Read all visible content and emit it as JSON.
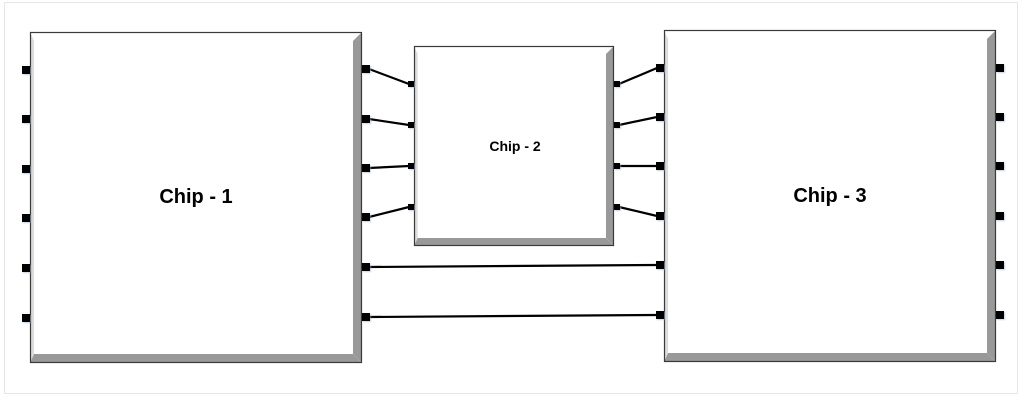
{
  "diagram": {
    "chips": [
      {
        "id": "chip1",
        "label": "Chip - 1",
        "left_pins": 6,
        "right_pins": 6
      },
      {
        "id": "chip2",
        "label": "Chip - 2",
        "left_pins": 4,
        "right_pins": 4
      },
      {
        "id": "chip3",
        "label": "Chip - 3",
        "left_pins": 6,
        "right_pins": 6
      }
    ],
    "connections": [
      {
        "from": "chip1.right.1",
        "to": "chip2.left.1"
      },
      {
        "from": "chip1.right.2",
        "to": "chip2.left.2"
      },
      {
        "from": "chip1.right.3",
        "to": "chip2.left.3"
      },
      {
        "from": "chip1.right.4",
        "to": "chip2.left.4"
      },
      {
        "from": "chip2.right.1",
        "to": "chip3.left.1"
      },
      {
        "from": "chip2.right.2",
        "to": "chip3.left.2"
      },
      {
        "from": "chip2.right.3",
        "to": "chip3.left.3"
      },
      {
        "from": "chip2.right.4",
        "to": "chip3.left.4"
      },
      {
        "from": "chip1.right.5",
        "to": "chip3.left.5"
      },
      {
        "from": "chip1.right.6",
        "to": "chip3.left.6"
      }
    ],
    "colors": {
      "box_fill": "#ffffff",
      "box_outline": "#3a3a3a",
      "bevel_light": "#dcdcdc",
      "bevel_dark": "#999999",
      "pin": "#000000",
      "wire": "#000000"
    }
  }
}
